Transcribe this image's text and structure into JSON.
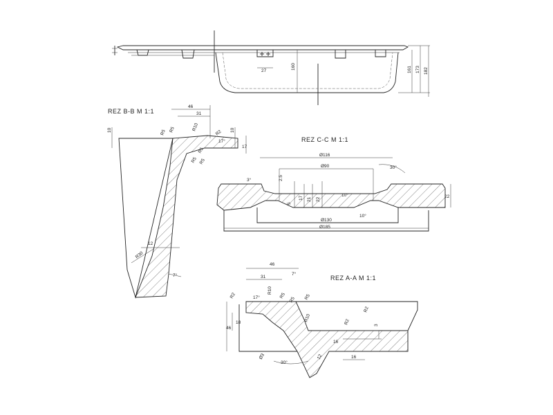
{
  "top_view": {
    "dims": [
      "27",
      "160",
      "161",
      "173",
      "182"
    ]
  },
  "section_bb": {
    "title": "REZ B-B M 1:1",
    "dims": [
      "46",
      "31",
      "10",
      "R5",
      "R5",
      "R10",
      "R2",
      "10",
      "17°",
      "17",
      "R5",
      "R5",
      "R5",
      "12",
      "R30",
      "7°"
    ]
  },
  "section_cc": {
    "title": "REZ C-C M 1:1",
    "dims": [
      "Ø116",
      "Ø90",
      "30°",
      "3°",
      "2.5",
      "5",
      "17",
      "21",
      "22",
      "10°",
      "10°",
      "22",
      "Ø130",
      "Ø185"
    ]
  },
  "section_aa": {
    "title": "REZ A-A M 1:1",
    "dims": [
      "46",
      "31",
      "7°",
      "R2",
      "17°",
      "R10",
      "R5",
      "R5",
      "R5",
      "18",
      "46",
      "R10",
      "R2",
      "R2",
      "3",
      "16",
      "16",
      "Ø3",
      "30°",
      "12"
    ]
  }
}
